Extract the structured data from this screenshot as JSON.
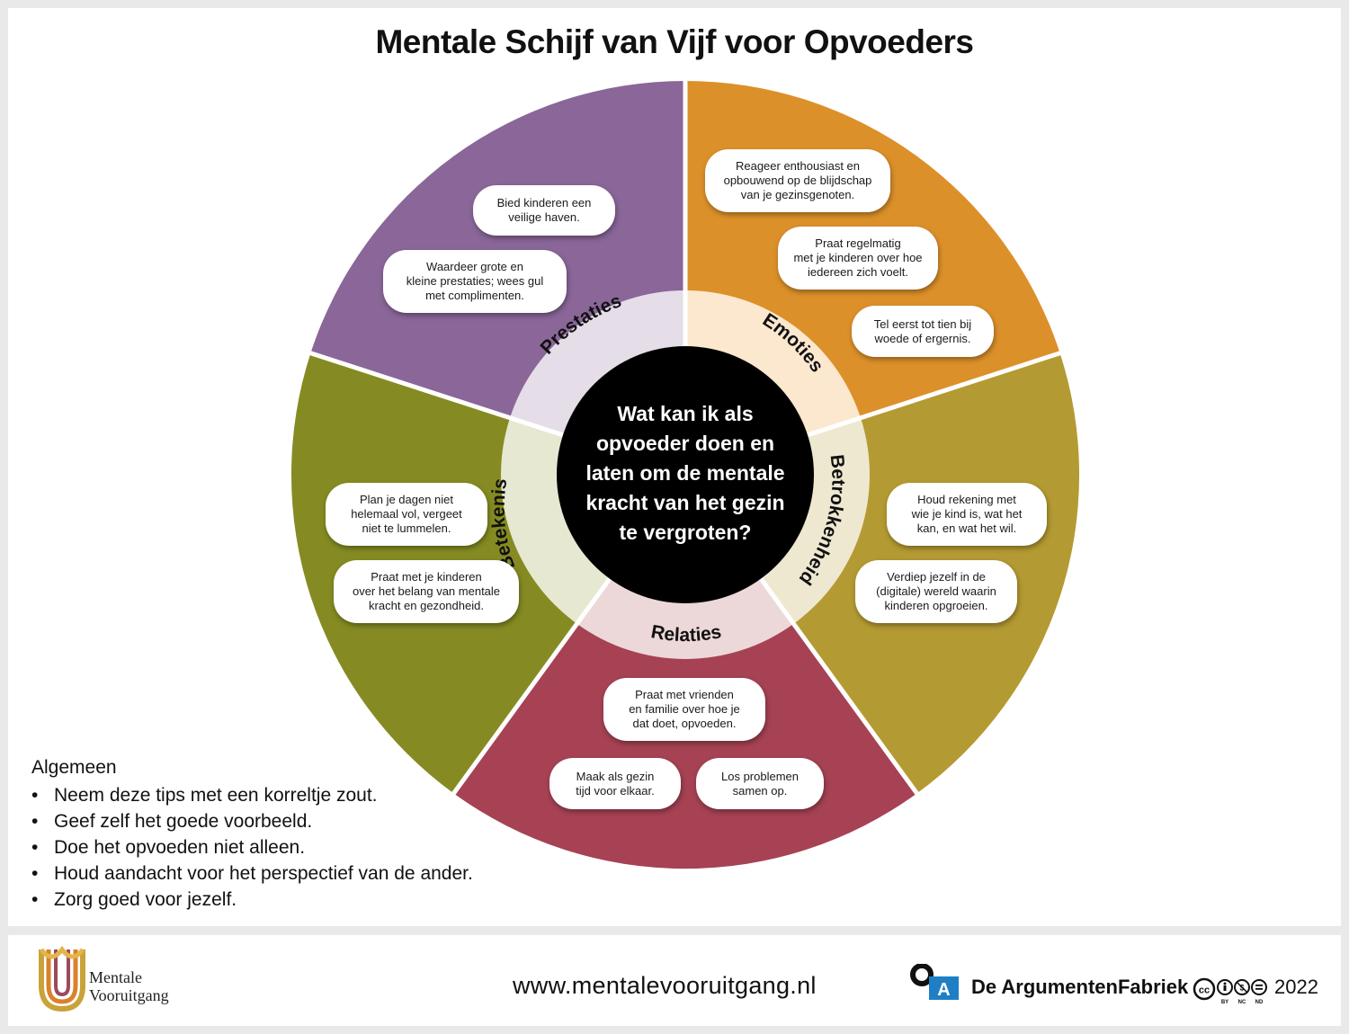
{
  "title": "Mentale Schijf van Vijf voor Opvoeders",
  "center_question": "Wat kan ik als\nopvoeder doen en\nlaten om de mentale\nkracht van het gezin\nte vergroten?",
  "colors": {
    "prestaties": "#8a6699",
    "emoties": "#dc902a",
    "betrokkenheid": "#b49a32",
    "relaties": "#a64254",
    "betekenis": "#858b22",
    "prestaties_light": "#e5dde8",
    "emoties_light": "#fbe8cf",
    "betrokkenheid_light": "#efe8d1",
    "relaties_light": "#ecd8d9",
    "betekenis_light": "#e6e8d2",
    "center": "#000000"
  },
  "segments": {
    "prestaties": {
      "label": "Prestaties",
      "tips": [
        "Bied kinderen een\nveilige haven.",
        "Waardeer grote en\nkleine prestaties; wees gul\nmet complimenten."
      ]
    },
    "emoties": {
      "label": "Emoties",
      "tips": [
        "Reageer enthousiast en\nopbouwend op de blijdschap\nvan je gezinsgenoten.",
        "Praat regelmatig\nmet je kinderen over hoe\niedereen zich voelt.",
        "Tel eerst tot tien bij\nwoede of ergernis."
      ]
    },
    "betrokkenheid": {
      "label": "Betrokkenheid",
      "tips": [
        "Houd rekening met\nwie je kind is, wat het\nkan, en wat het wil.",
        "Verdiep jezelf in de\n(digitale) wereld waarin\nkinderen opgroeien."
      ]
    },
    "relaties": {
      "label": "Relaties",
      "tips": [
        "Praat met vrienden\nen familie over hoe je\ndat doet, opvoeden.",
        "Maak als gezin\ntijd voor elkaar.",
        "Los problemen\nsamen op."
      ]
    },
    "betekenis": {
      "label": "Betekenis",
      "tips": [
        "Plan je dagen niet\nhelemaal vol, vergeet\nniet te lummelen.",
        "Praat met je kinderen\nover het belang van mentale\nkracht en gezondheid."
      ]
    }
  },
  "general": {
    "heading": "Algemeen",
    "items": [
      "Neem deze tips met een korreltje zout.",
      "Geef zelf het goede voorbeeld.",
      "Doe het opvoeden niet alleen.",
      "Houd aandacht voor het perspectief van de ander.",
      "Zorg goed voor jezelf."
    ]
  },
  "footer": {
    "logo_text": "Mentale\nVooruitgang",
    "url": "www.mentalevooruitgang.nl",
    "af_letter": "A",
    "af_name": "De ArgumentenFabriek",
    "cc_labels": [
      "cc",
      "BY",
      "NC",
      "ND"
    ],
    "year": "2022"
  }
}
